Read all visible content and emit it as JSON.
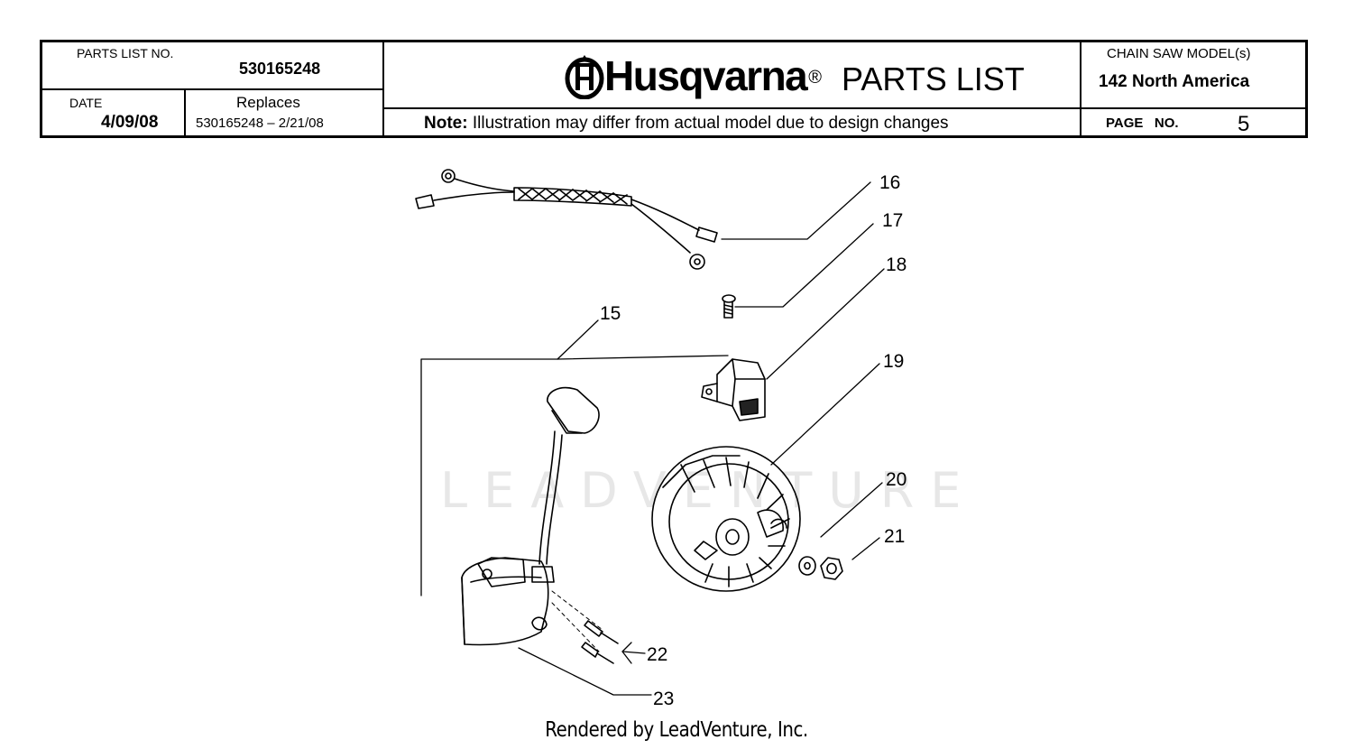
{
  "header": {
    "parts_list_no_label": "PARTS LIST NO.",
    "parts_list_no": "530165248",
    "date_label": "DATE",
    "date": "4/09/08",
    "replaces_label": "Replaces",
    "replaces": "530165248 – 2/21/08",
    "brand": "Husqvarna",
    "brand_reg": "®",
    "title": "PARTS LIST",
    "note_label": "Note:",
    "note": " Illustration may differ from actual model due to design changes",
    "model_label": "CHAIN SAW MODEL(s)",
    "model": "142 North America",
    "page_label": "PAGE   NO.",
    "page_no": "5"
  },
  "watermark": {
    "text": "LEADVENTURE"
  },
  "diagram": {
    "callouts": [
      "15",
      "16",
      "17",
      "18",
      "19",
      "20",
      "21",
      "22",
      "23"
    ]
  },
  "footer": "Rendered by LeadVenture, Inc."
}
